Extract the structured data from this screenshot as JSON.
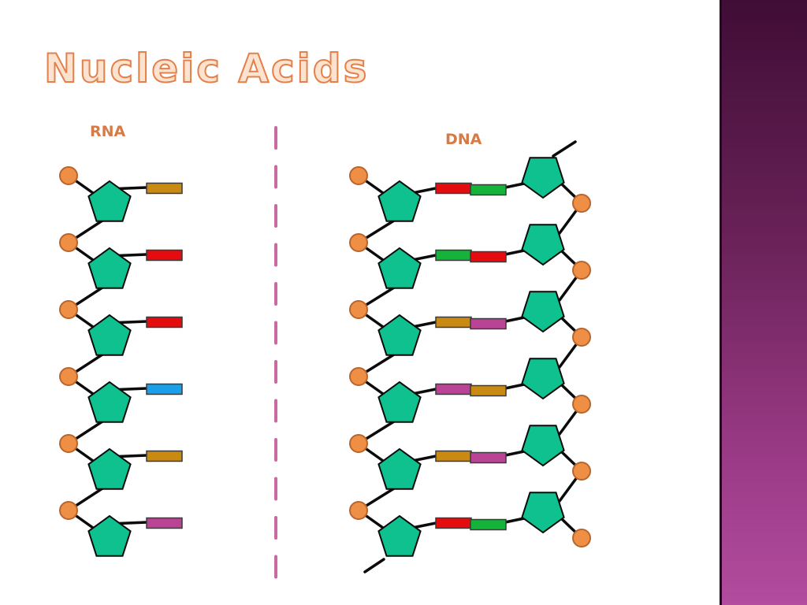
{
  "slide": {
    "title": "Nucleic Acids"
  },
  "diagram": {
    "rna": {
      "label": "RNA",
      "bases": [
        "gold",
        "red",
        "red",
        "blue",
        "gold",
        "magenta"
      ]
    },
    "dna": {
      "label": "DNA",
      "pairs": [
        [
          "red",
          "green"
        ],
        [
          "green",
          "red"
        ],
        [
          "gold",
          "magenta"
        ],
        [
          "magenta",
          "gold"
        ],
        [
          "gold",
          "magenta"
        ],
        [
          "red",
          "green"
        ]
      ]
    },
    "colors": {
      "gold": "#c98a12",
      "red": "#e50c10",
      "blue": "#1aa0e8",
      "magenta": "#b94495",
      "green": "#15b33a",
      "sugar": "#10c190",
      "phosphate": "#ef8f45",
      "divider": "#c96aa1",
      "title_fill": "#fbe3cf",
      "title_stroke": "#e4804a",
      "label": "#d77a45"
    }
  }
}
